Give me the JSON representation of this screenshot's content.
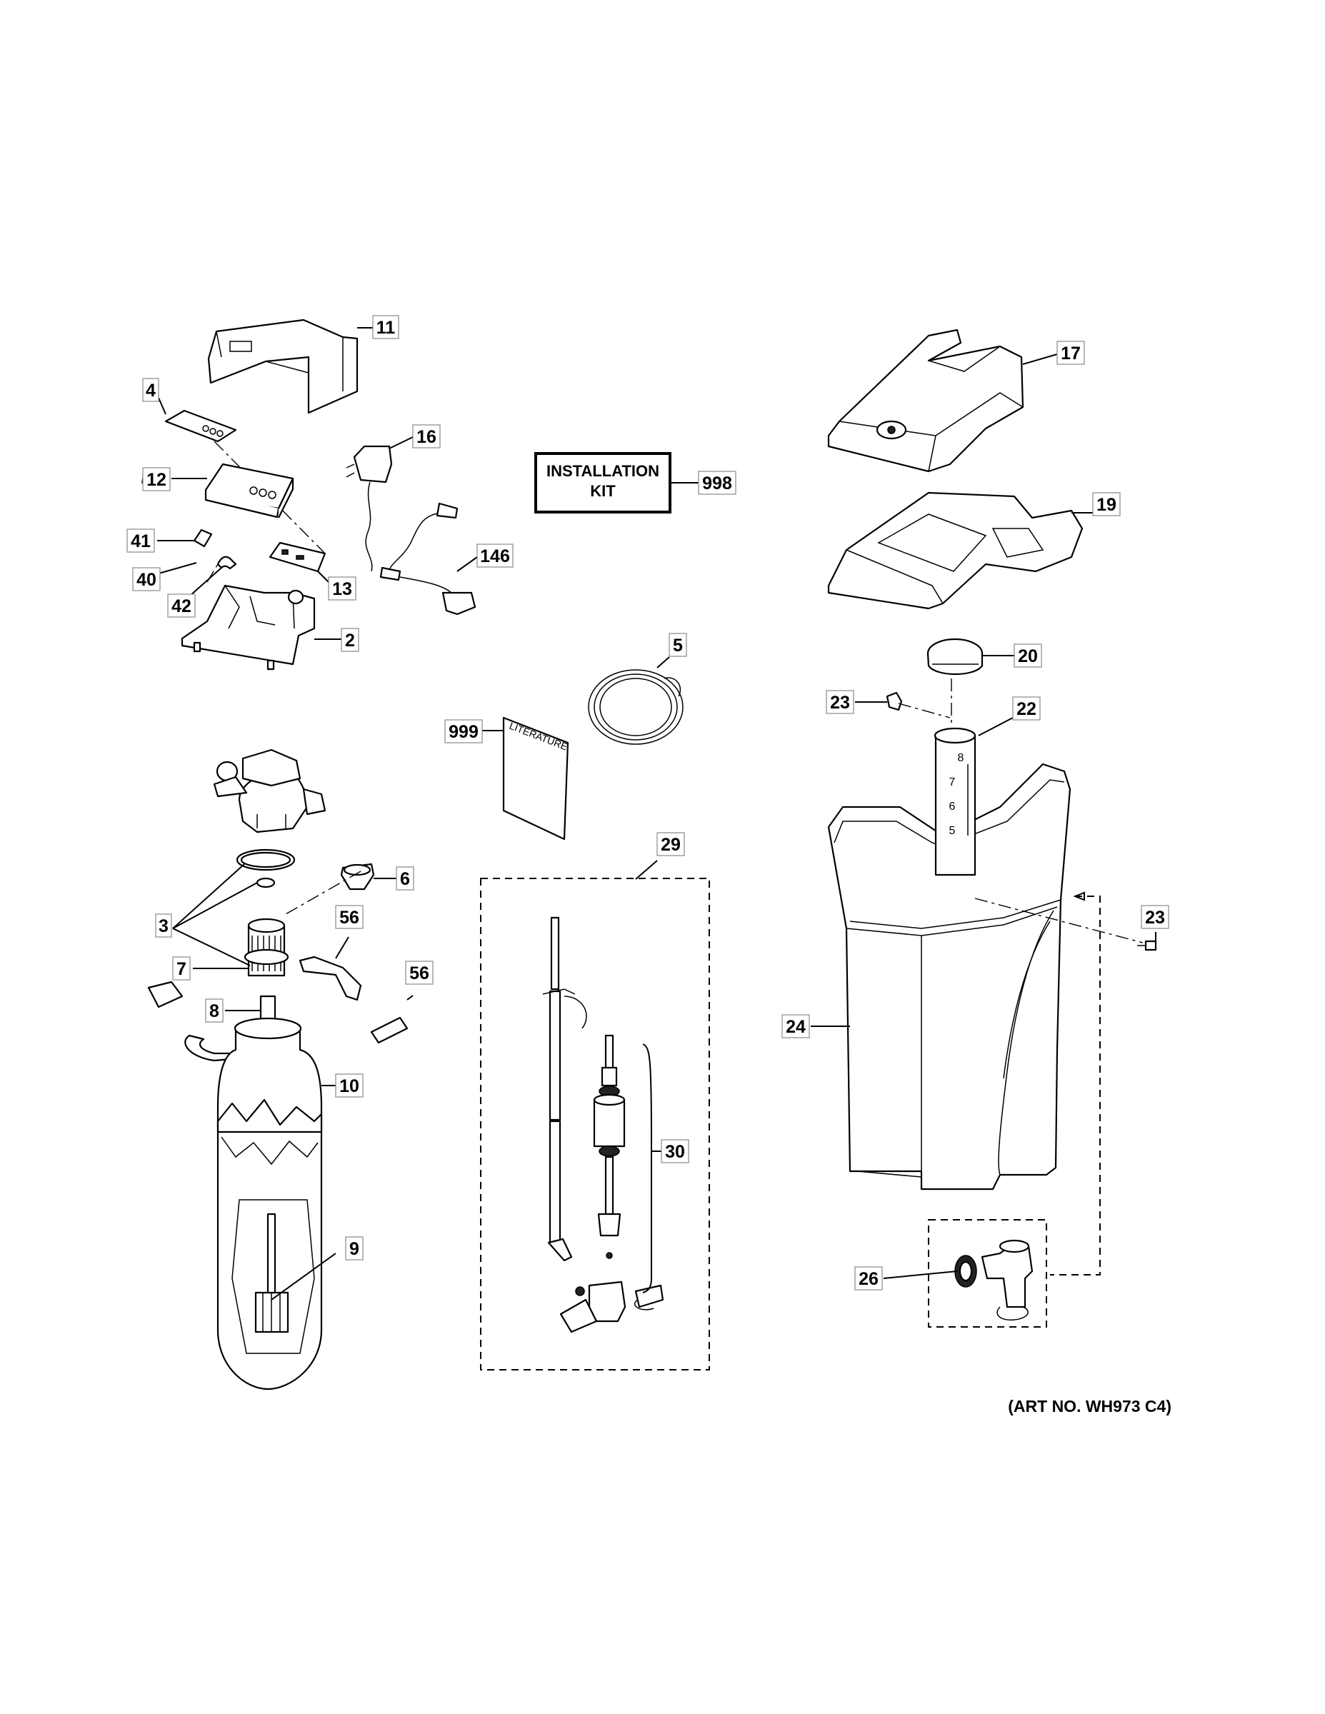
{
  "installation_kit": {
    "line1": "INSTALLATION",
    "line2": "KIT",
    "number": "998"
  },
  "literature": {
    "text": "LITERATURE",
    "number": "999"
  },
  "float_scale": [
    "8",
    "7",
    "6",
    "5"
  ],
  "art_no": "(ART NO. WH973 C4)",
  "callouts": [
    "11",
    "4",
    "12",
    "41",
    "40",
    "42",
    "13",
    "16",
    "146",
    "2",
    "3",
    "6",
    "56",
    "7",
    "8",
    "56",
    "10",
    "9",
    "5",
    "29",
    "30",
    "17",
    "19",
    "20",
    "23",
    "22",
    "23",
    "24",
    "26"
  ]
}
